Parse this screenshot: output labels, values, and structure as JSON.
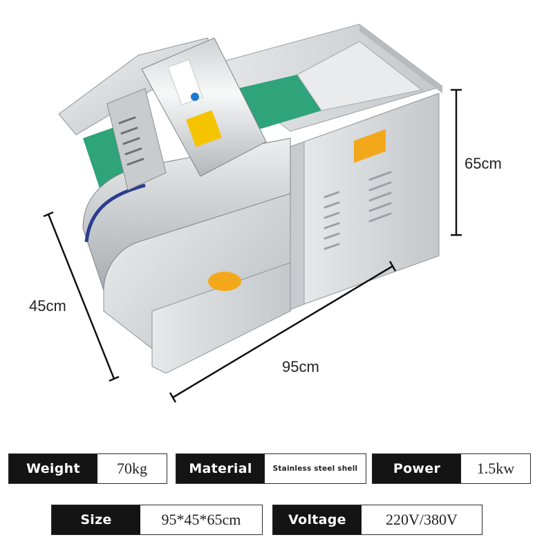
{
  "dimensions": {
    "height": "65cm",
    "depth": "45cm",
    "width": "95cm"
  },
  "specs": {
    "weight": {
      "label": "Weight",
      "value": "70kg"
    },
    "material": {
      "label": "Material",
      "value": "Stainless steel shell"
    },
    "power": {
      "label": "Power",
      "value": "1.5kw"
    },
    "size": {
      "label": "Size",
      "value": "95*45*65cm"
    },
    "voltage": {
      "label": "Voltage",
      "value": "220V/380V"
    }
  },
  "colors": {
    "steel": "#d9dcde",
    "belt": "#2fa37a",
    "panel_label": "#f3a81c",
    "spec_key_bg": "#141414"
  }
}
